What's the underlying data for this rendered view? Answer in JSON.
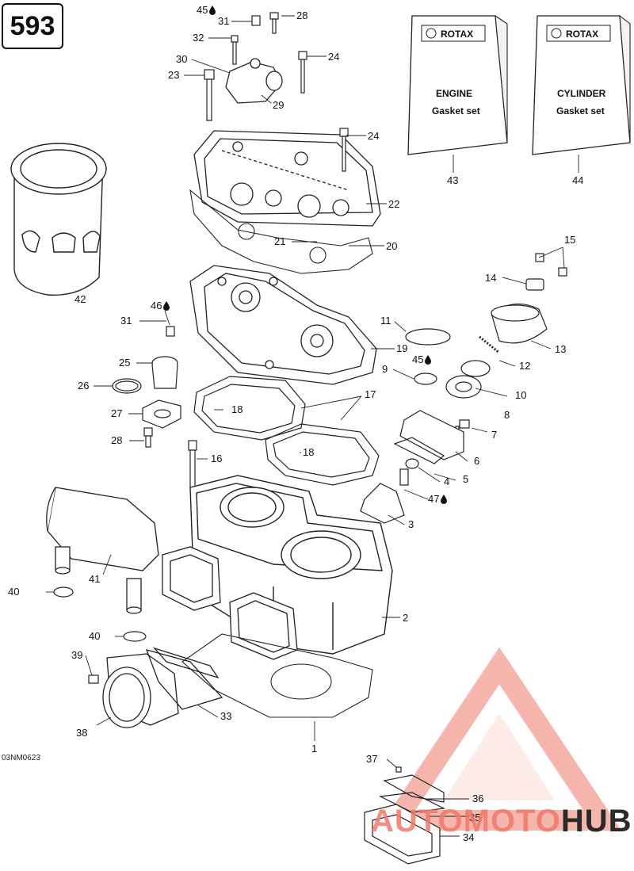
{
  "page_number": "593",
  "drawing_code": "03NM0623",
  "watermark": {
    "part1": "AUTOMOTO",
    "part2": "HUB",
    "color": "#e8463a"
  },
  "books": [
    {
      "brand": "ROTAX",
      "line1": "ENGINE",
      "line2": "Gasket set",
      "ref": "43"
    },
    {
      "brand": "ROTAX",
      "line1": "CYLINDER",
      "line2": "Gasket set",
      "ref": "44"
    }
  ],
  "callouts": [
    {
      "n": "45",
      "drop": true
    },
    {
      "n": "31"
    },
    {
      "n": "28"
    },
    {
      "n": "32"
    },
    {
      "n": "24"
    },
    {
      "n": "30"
    },
    {
      "n": "23"
    },
    {
      "n": "29"
    },
    {
      "n": "24"
    },
    {
      "n": "22"
    },
    {
      "n": "21"
    },
    {
      "n": "20"
    },
    {
      "n": "42"
    },
    {
      "n": "15"
    },
    {
      "n": "14"
    },
    {
      "n": "46",
      "drop": true
    },
    {
      "n": "31"
    },
    {
      "n": "11"
    },
    {
      "n": "13"
    },
    {
      "n": "19"
    },
    {
      "n": "12"
    },
    {
      "n": "25"
    },
    {
      "n": "9"
    },
    {
      "n": "45",
      "drop": true
    },
    {
      "n": "26"
    },
    {
      "n": "10"
    },
    {
      "n": "17"
    },
    {
      "n": "18"
    },
    {
      "n": "8"
    },
    {
      "n": "27"
    },
    {
      "n": "7"
    },
    {
      "n": "28"
    },
    {
      "n": "18"
    },
    {
      "n": "6"
    },
    {
      "n": "16"
    },
    {
      "n": "5"
    },
    {
      "n": "4"
    },
    {
      "n": "47",
      "drop": true
    },
    {
      "n": "3"
    },
    {
      "n": "41"
    },
    {
      "n": "40"
    },
    {
      "n": "2"
    },
    {
      "n": "40"
    },
    {
      "n": "39"
    },
    {
      "n": "33"
    },
    {
      "n": "38"
    },
    {
      "n": "1"
    },
    {
      "n": "37"
    },
    {
      "n": "36"
    },
    {
      "n": "35"
    },
    {
      "n": "34"
    }
  ]
}
